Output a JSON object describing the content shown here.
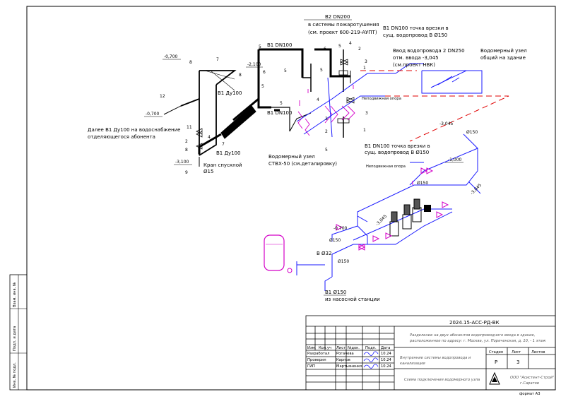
{
  "drawing": {
    "labels": {
      "b2_dn200": "В2 DN200",
      "fire_system": "в системы пожаротушения",
      "fire_project": "(см. проект 600-219-АУПТ)",
      "b1_cut_top_1": "В1 DN100 точка врезки в",
      "b1_cut_top_2": "сущ. водопровод В Ø150",
      "input_2_1": "Ввод водопровода 2 DN250",
      "input_2_2": "отм. ввода -3,045",
      "input_2_3": "(см.проект НВК)",
      "common_meter_1": "Водомерный узел",
      "common_meter_2": "общий на здание",
      "b1_dn100_a": "В1 DN100",
      "b1_dn100_b": "В1 DN100",
      "b1_du100_a": "В1 Ду100",
      "b1_du100_b": "В1 Ду100",
      "further_1": "Далее В1 Ду100 на водоснабжение",
      "further_2": "отделяющегося абонента",
      "drain_1": "Кран спускной",
      "drain_2": "Ø15",
      "meter_1": "Водомерный узел",
      "meter_2": "СТВХ-50 (см.деталировку)",
      "b1_cut_bot_1": "В1 DN100 точка врезки в",
      "b1_cut_bot_2": "сущ. водопровод В Ø150",
      "support_a": "Неподвижная опора",
      "support_b": "Неподвижная опора",
      "b32": "В Ø32",
      "b1_150": "В1 Ø150",
      "from_pump": "из насосной станции",
      "d150_a": "Ø150",
      "d150_b": "Ø150",
      "d150_c": "Ø150",
      "d150_d": "Ø150"
    },
    "elevations": {
      "e1": "-0,700",
      "e2": "-0,700",
      "e3": "-2,100",
      "e4": "-3,100",
      "e5": "-3,045",
      "e6": "-1,000",
      "e7": "-3,045",
      "e8": "-3,045",
      "e9": "-0,700"
    },
    "callouts": [
      "2",
      "3",
      "4",
      "5",
      "6",
      "7",
      "8",
      "12",
      "11",
      "9",
      "1"
    ]
  },
  "stamp": {
    "code": "2024.15-АСС-РД-ВК",
    "description_1": "Разделение на двух абонентов водопроводного ввода в здание,",
    "description_2": "расположенное по адресу: г. Москва, ул. Пореченская, д. 10, - 1 этаж",
    "section_1": "Внутренние системы водопровода и",
    "section_2": "канализации",
    "sheet_title": "Схема подключения водомерного узла",
    "company_1": "ООО \"Асистент-Строй\"",
    "company_2": "г.Саратов",
    "hdr_stage": "Стадия",
    "hdr_sheet": "Лист",
    "hdr_sheets": "Листов",
    "stage": "Р",
    "sheet": "3",
    "sheets": "",
    "col_headers": [
      "Изм.",
      "Кол.уч",
      "Лист",
      "№док.",
      "Подп.",
      "Дата"
    ],
    "rows": [
      {
        "role": "Разработал",
        "name": "Рогачева",
        "date": "10.24"
      },
      {
        "role": "Проверил",
        "name": "Карпов",
        "date": "10.24"
      },
      {
        "role": "ГИП",
        "name": "Мартьяненко",
        "date": "10.24"
      }
    ],
    "format": "формат А3"
  },
  "side_stamp": [
    "Взам. инв. №",
    "Подп. и дата",
    "Инв. № подл."
  ]
}
